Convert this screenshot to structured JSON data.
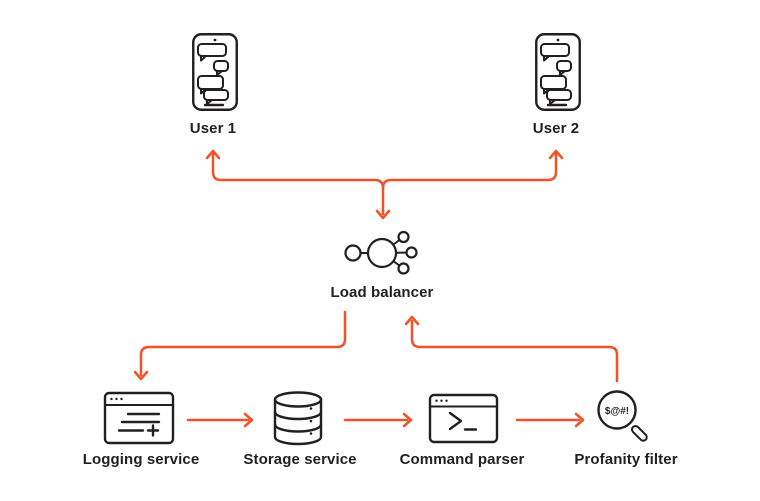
{
  "colors": {
    "accent": "#F35127",
    "ink": "#221F20",
    "background": "#FFFFFF"
  },
  "nodes": {
    "user1": {
      "label": "User 1",
      "icon": "smartphone-chat-icon"
    },
    "user2": {
      "label": "User 2",
      "icon": "smartphone-chat-icon"
    },
    "load_balancer": {
      "label": "Load balancer",
      "icon": "load-balancer-icon"
    },
    "logging_service": {
      "label": "Logging service",
      "icon": "log-window-icon"
    },
    "storage_service": {
      "label": "Storage service",
      "icon": "database-icon"
    },
    "command_parser": {
      "label": "Command parser",
      "icon": "terminal-window-icon"
    },
    "profanity_filter": {
      "label": "Profanity filter",
      "icon": "magnifier-icon",
      "lens_text": "$@#!"
    }
  },
  "edges": [
    {
      "from": "user1",
      "to": "load_balancer",
      "direction": "bidirectional"
    },
    {
      "from": "user2",
      "to": "load_balancer",
      "direction": "bidirectional"
    },
    {
      "from": "load_balancer",
      "to": "logging_service",
      "direction": "forward"
    },
    {
      "from": "logging_service",
      "to": "storage_service",
      "direction": "forward"
    },
    {
      "from": "storage_service",
      "to": "command_parser",
      "direction": "forward"
    },
    {
      "from": "command_parser",
      "to": "profanity_filter",
      "direction": "forward"
    },
    {
      "from": "profanity_filter",
      "to": "load_balancer",
      "direction": "forward"
    }
  ]
}
